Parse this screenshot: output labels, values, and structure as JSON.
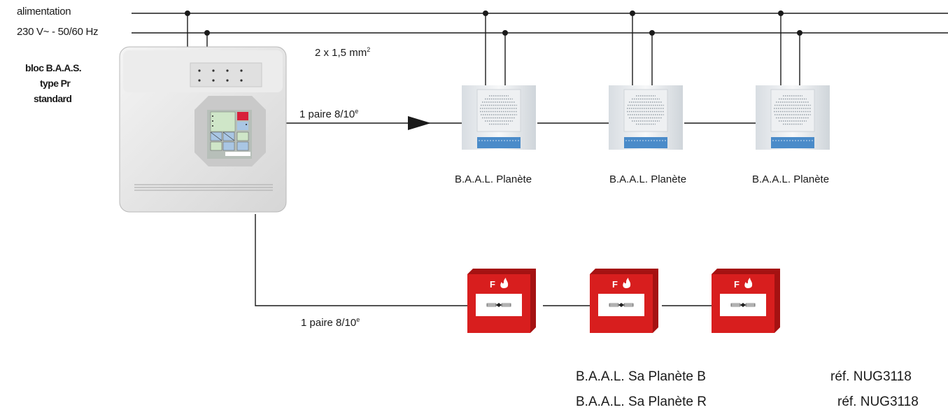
{
  "supply": {
    "line1": "alimentation",
    "line2": "230 V~ - 50/60 Hz",
    "cable": "2 x 1,5 mm",
    "cable_sup": "2"
  },
  "unit": {
    "line1": "bloc B.A.A.S.",
    "line2": "type Pr",
    "line3": "standard"
  },
  "links": {
    "pair_upper": "1 paire 8/10",
    "pair_lower": "1 paire 8/10",
    "pair_sup": "e"
  },
  "baal": [
    "B.A.A.L. Planète",
    "B.A.A.L. Planète",
    "B.A.A.L. Planète"
  ],
  "call_point_icon": "manual-call-point-icon",
  "call_point_letter": "F",
  "legend": [
    {
      "name": "B.A.A.L. Sa Planète B",
      "ref": "réf. NUG3118"
    },
    {
      "name": "B.A.A.L. Sa Planète R",
      "ref": "réf. NUG3118"
    }
  ],
  "colors": {
    "line": "#1a1a1a",
    "alarm_red": "#d81e1e",
    "baal_blue": "#4a8bc9"
  }
}
